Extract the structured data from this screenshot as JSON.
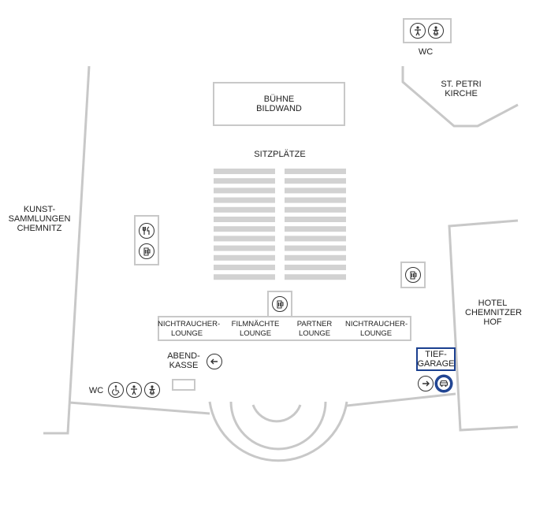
{
  "labels": {
    "wc_top": "WC",
    "st_petri": "ST. PETRI\nKIRCHE",
    "buehne": "BÜHNE\nBILDWAND",
    "sitzplaetze": "SITZPLÄTZE",
    "kunstsammlungen": "KUNST-\nSAMMLUNGEN\nCHEMNITZ",
    "hotel": "HOTEL\nCHEMNITZER\nHOF",
    "abendkasse": "ABEND-\nKASSE",
    "tiefgarage": "TIEF-\nGARAGE",
    "wc_bottom": "WC"
  },
  "lounges": [
    "NICHTRAUCHER-\nLOUNGE",
    "FILMNÄCHTE\nLOUNGE",
    "PARTNER\nLOUNGE",
    "NICHTRAUCHER-\nLOUNGE"
  ],
  "colors": {
    "line": "#c8c8c8",
    "text": "#222222",
    "highlight": "#1a3f8f"
  },
  "icons": [
    "male-toilet-icon",
    "female-toilet-icon",
    "food-icon",
    "drink-icon",
    "wheelchair-icon",
    "arrow-left-icon",
    "arrow-right-icon",
    "car-icon"
  ]
}
